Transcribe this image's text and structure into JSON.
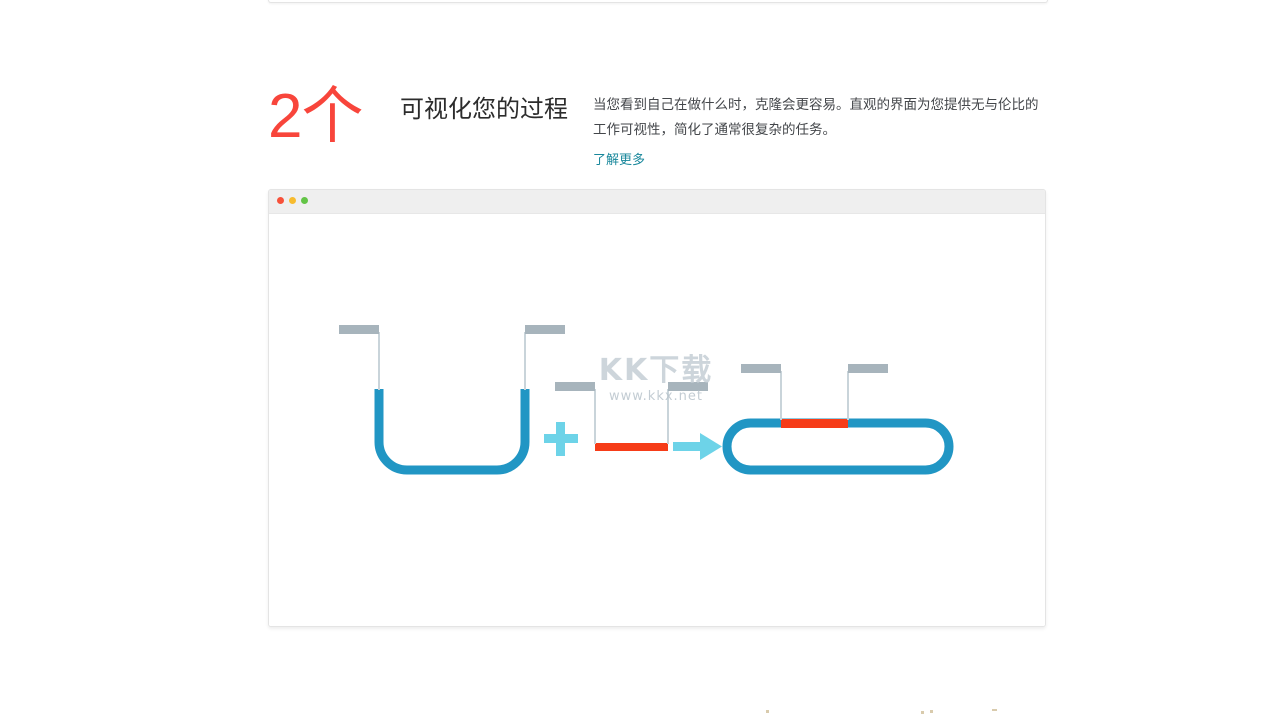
{
  "section": {
    "step_number": "2个",
    "title": "可视化您的过程",
    "body": "当您看到自己在做什么时，克隆会更容易。直观的界面为您提供无与伦比的工作可视性，简化了通常很复杂的任务。",
    "link_label": "了解更多"
  },
  "browser_window": {
    "dots": [
      {
        "name": "close-dot",
        "color": "#f7513a"
      },
      {
        "name": "minimize-dot",
        "color": "#f7bb2e"
      },
      {
        "name": "maximize-dot",
        "color": "#63c446"
      }
    ]
  },
  "watermark": {
    "main": "KK下载",
    "sub": "www.kkx.net"
  },
  "illustration": {
    "description": "molecular-cloning-diagram",
    "operator_plus": "+",
    "operator_arrow": "→",
    "colors": {
      "vector_blue": "#2196c4",
      "insert_red": "#f63c18",
      "accent_cyan": "#6dd3e8",
      "label_gray": "#a7b4bc",
      "tick_gray": "#c9d4da"
    },
    "parts": [
      {
        "name": "linearized-vector",
        "shape": "open-plasmid",
        "labels": 2
      },
      {
        "name": "insert-fragment",
        "shape": "linear-fragment",
        "labels": 2
      },
      {
        "name": "recombinant-plasmid",
        "shape": "closed-plasmid",
        "labels": 2
      }
    ]
  },
  "colors": {
    "accent_red": "#f8453b",
    "link_teal": "#18879b",
    "heading": "#2c2c2c",
    "body_text": "#43464a",
    "titlebar_bg": "#efefef",
    "card_border": "#e4e4e4"
  }
}
